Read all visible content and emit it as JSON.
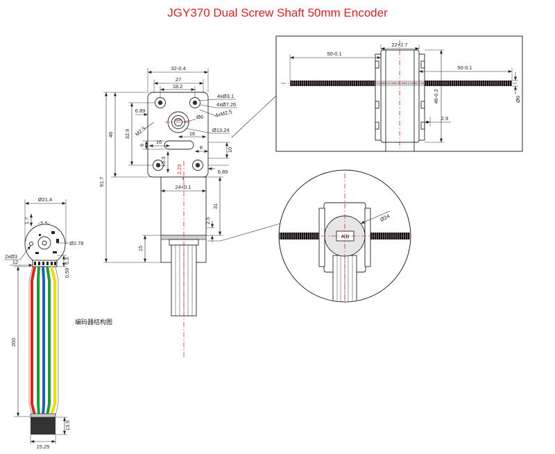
{
  "title": "JGY370 Dual Screw Shaft 50mm Encoder",
  "colors": {
    "title": "#e02020",
    "centerline": "#e02020",
    "dim_red": "#d03030"
  },
  "encoder_view": {
    "caption": "编码器结构图",
    "dim_diameter": "Ø21.4",
    "dim_1_7": "1.7",
    "dim_5_5": "5.5",
    "dim_hole": "Ø2.78",
    "dim_mount": "2xØ3",
    "dim_12": "12",
    "dim_5_3": "5.3",
    "dim_0_59": "0.59",
    "dim_length": "200",
    "dim_connector_h": "13.9",
    "dim_connector_w": "15.25",
    "wire_colors": [
      "#e8201a",
      "#17a02a",
      "#2156d8",
      "#17a02a",
      "#f0dc00"
    ]
  },
  "front_view": {
    "width": "32-0.4",
    "hole_spacing": "27",
    "dim_18_2": "18.2",
    "holes": "4xØ3.1",
    "counterbore": "4xØ7.26",
    "thread": "4xM2.5",
    "shaft": "Ø6",
    "offset_top": "6.89",
    "height_32_9": "32.9",
    "thread_label": "M2.5",
    "hub": "Ø13.24",
    "dim_16_a": "16",
    "dim_16_b": "16",
    "dim_6": "6",
    "dim_8": "8",
    "dim_10": "10",
    "dim_15_3": "15.3",
    "dim_2_23": "2.23",
    "offset_bottom": "6.89",
    "height_46": "46",
    "total_91_7": "91.7"
  },
  "motor_view": {
    "diameter": "24+0.1",
    "length": "31",
    "dim_2_5": "2.5",
    "encoder_h": "15"
  },
  "side_view": {
    "body_width": "22+2.7",
    "shaft_left": "50-0.1",
    "shaft_right": "50-0.1",
    "height": "46-0.2",
    "shaft_dia": "Ø6",
    "dim_2_9": "2.9"
  },
  "detail_view": {
    "disk": "Ø24",
    "label": "A B"
  }
}
